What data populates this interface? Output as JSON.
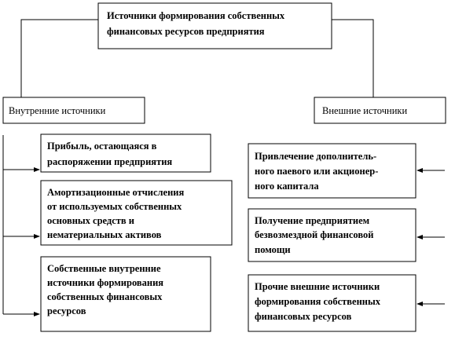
{
  "root": {
    "lines": [
      "Источники формирования собственных",
      "финансовых ресурсов предприятия"
    ]
  },
  "internal": {
    "label": "Внутренние источники",
    "items": [
      {
        "lines": [
          "Прибыль, остающаяся в",
          "распоряжении предприятия"
        ]
      },
      {
        "lines": [
          "Амортизационные отчисления",
          "от используемых собственных",
          "основных средств и",
          "нематериальных активов"
        ]
      },
      {
        "lines": [
          "Собственные внутренние",
          "источники формирования",
          "собственных финансовых",
          "ресурсов"
        ]
      }
    ]
  },
  "external": {
    "label": "Внешние источники",
    "items": [
      {
        "lines": [
          "Привлечение дополнитель-",
          "ного паевого или акционер-",
          "ного капитала"
        ]
      },
      {
        "lines": [
          "Получение предприятием",
          "безвозмездной финансовой",
          "помощи"
        ]
      },
      {
        "lines": [
          "Прочие внешние источники",
          "формирования собственных",
          "финансовых ресурсов"
        ]
      }
    ]
  }
}
